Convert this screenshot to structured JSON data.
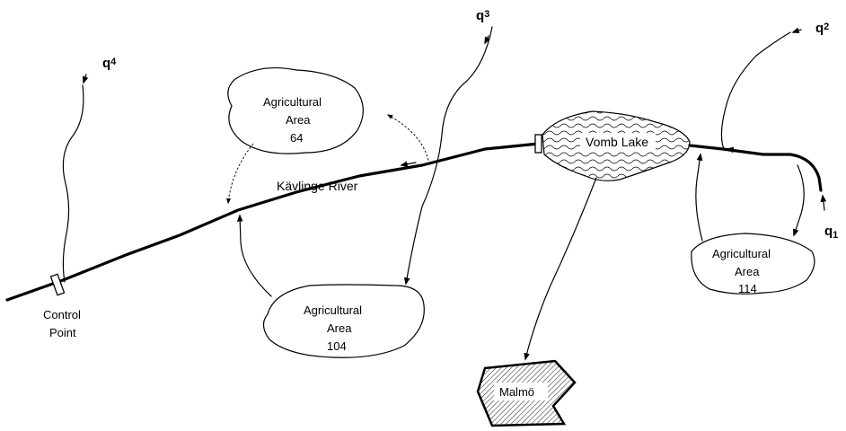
{
  "river": {
    "name": "Kävlinge River"
  },
  "lake": {
    "name": "Vomb Lake"
  },
  "city": {
    "name": "Malmö"
  },
  "control_point": {
    "line1": "Control",
    "line2": "Point"
  },
  "areas": [
    {
      "id": "area-64",
      "line1": "Agricultural",
      "line2": "Area",
      "line3": "64"
    },
    {
      "id": "area-104",
      "line1": "Agricultural",
      "line2": "Area",
      "line3": "104"
    },
    {
      "id": "area-114",
      "line1": "Agricultural",
      "line2": "Area",
      "line3": "114"
    }
  ],
  "inflows": [
    {
      "symbol": "q",
      "index": "1"
    },
    {
      "symbol": "q",
      "index": "2"
    },
    {
      "symbol": "q",
      "index": "3"
    },
    {
      "symbol": "q",
      "index": "4"
    }
  ],
  "colors": {
    "ink": "#000000",
    "background": "#ffffff"
  }
}
